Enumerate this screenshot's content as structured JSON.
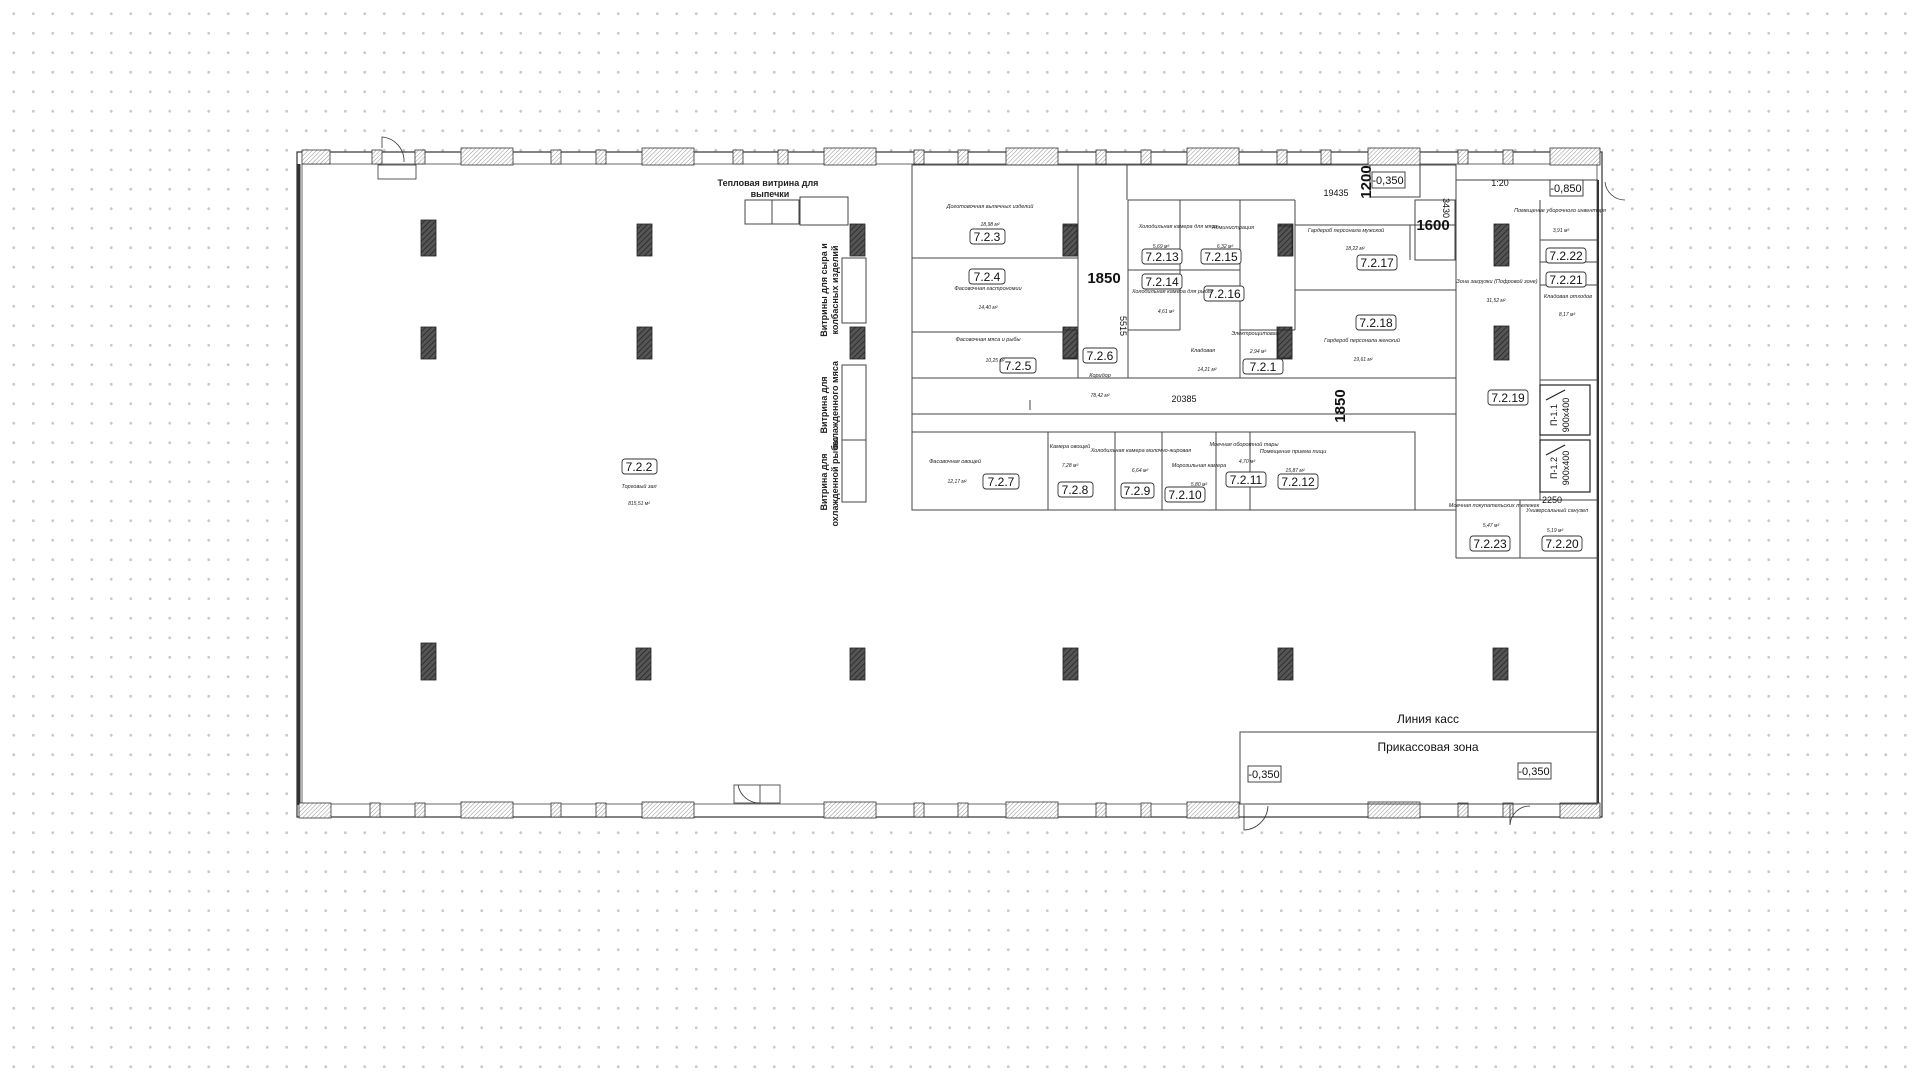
{
  "rooms": [
    {
      "id": "7.2.2",
      "name": "Торговый зал",
      "area": "815,51 м²"
    },
    {
      "id": "7.2.3",
      "name": "Доготовочная выпечных изделий",
      "area": "18,98 м²"
    },
    {
      "id": "7.2.4",
      "name": "Фасовочная гастрономии",
      "area": "14,40 м²"
    },
    {
      "id": "7.2.5",
      "name": "Фасовочная мяса и рыбы",
      "area": "10,25 м²"
    },
    {
      "id": "7.2.6",
      "name": "Коридор",
      "area": "78,42 м²"
    },
    {
      "id": "7.2.7",
      "name": "Фасовочная овощей",
      "area": "12,17 м²"
    },
    {
      "id": "7.2.8",
      "name": "Камера овощей",
      "area": "7,28 м²"
    },
    {
      "id": "7.2.9",
      "name": "Холодильная камера молочно-жировая",
      "area": "6,64 м²"
    },
    {
      "id": "7.2.10",
      "name": "Морозильная камера",
      "area": "5,80 м²"
    },
    {
      "id": "7.2.11",
      "name": "Моечная оборотной тары",
      "area": "4,70 м²"
    },
    {
      "id": "7.2.12",
      "name": "Помещение приема пищи",
      "area": "15,87 м²"
    },
    {
      "id": "7.2.13",
      "name": "Холодильная камера для мяса",
      "area": "5,69 м²"
    },
    {
      "id": "7.2.14",
      "name": "Холодильная камера для рыбы",
      "area": "4,61 м²"
    },
    {
      "id": "7.2.15",
      "name": "Администрация",
      "area": "6,32 м²"
    },
    {
      "id": "7.2.16",
      "name": "",
      "area": ""
    },
    {
      "id": "7.2.17",
      "name": "Гардероб персонала мужской",
      "area": "18,22 м²"
    },
    {
      "id": "7.2.18",
      "name": "Гардероб персонала женский",
      "area": "19,61 м²"
    },
    {
      "id": "7.2.19",
      "name": "Зона загрузки (Пофровой зоне)",
      "area": "31,52 м²"
    },
    {
      "id": "7.2.20",
      "name": "Универсальный санузел",
      "area": "5,19 м²"
    },
    {
      "id": "7.2.21",
      "name": "Кладовая отходов",
      "area": "8,17 м²"
    },
    {
      "id": "7.2.22",
      "name": "Помещение уборочного инвентаря",
      "area": "3,91 м²"
    },
    {
      "id": "7.2.23",
      "name": "Моечная покупательских тележек",
      "area": "5,47 м²"
    },
    {
      "id": "7.2.1",
      "name": "Электрощитовая",
      "area": "2,94 м²"
    },
    {
      "id": "7.2.1b",
      "name": "Кладовая",
      "area": "14,21 м²"
    }
  ],
  "dimensions": {
    "d_1850_a": "1850",
    "d_1850_b": "1850",
    "d_1200": "1200",
    "d_1600": "1600",
    "d_19435": "19435",
    "d_20385": "20385",
    "d_5515": "5515",
    "d_1_20": "1:20",
    "d_3430": "3430",
    "d_2250": "2250"
  },
  "levels": {
    "lvl_top_left": "-0,350",
    "lvl_top_right": "-0,850",
    "lvl_bottom_left": "-0,350",
    "lvl_bottom_right": "-0,350"
  },
  "zones": {
    "checkout_line": "Линия касс",
    "pre_checkout": "Прикассовая зона"
  },
  "showcases": {
    "warm_line1": "Тепловая витрина для",
    "warm_line2": "выпечки",
    "cheese_line1": "Витрины для сыра и",
    "cheese_line2": "колбасных изделий",
    "meat_line1": "Витрина для",
    "meat_line2": "охлажденного мяса",
    "fish_line1": "Витрина для",
    "fish_line2": "охлажденной рыбы"
  },
  "shafts": {
    "s1_line1": "П-1.1",
    "s1_line2": "900х400",
    "s2_line1": "П-1.2",
    "s2_line2": "900х400"
  }
}
